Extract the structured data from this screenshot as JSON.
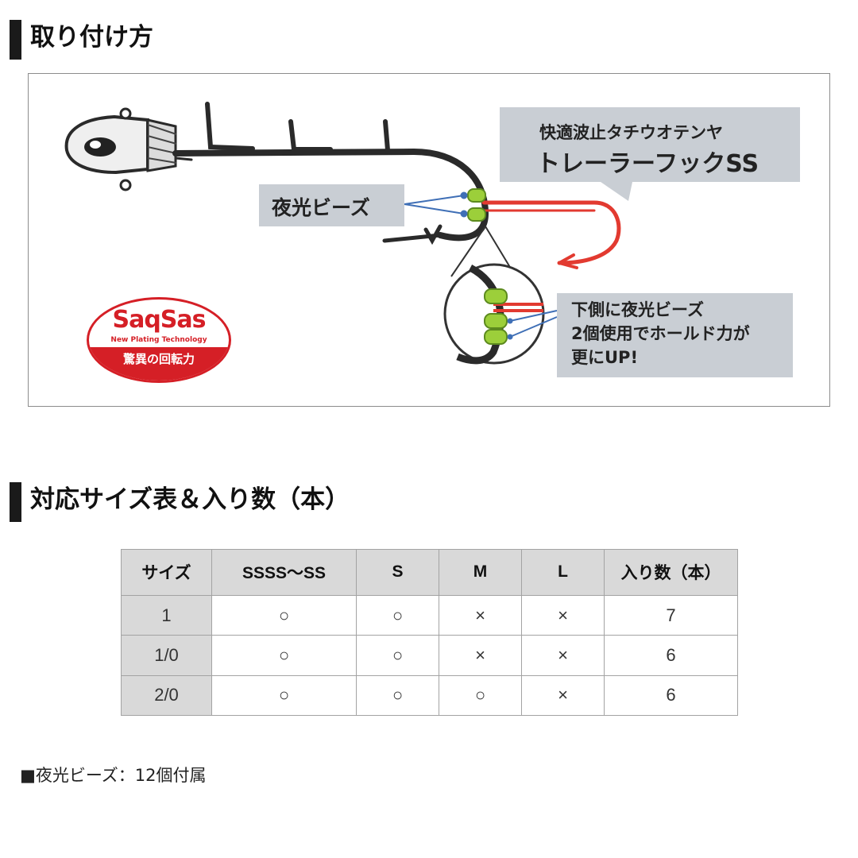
{
  "heading_install": "取り付け方",
  "heading_table": "対応サイズ表＆入り数（本）",
  "diagram": {
    "callout_product_sub": "快適波止タチウオテンヤ",
    "callout_product_main": "トレーラーフックSS",
    "callout_beads": "夜光ビーズ",
    "callout_double_lines": [
      "下側に夜光ビーズ",
      "2個使用でホールド力が",
      "更にUP!"
    ],
    "logo": {
      "brand": "SaqSas",
      "tagline": "New Plating Technology",
      "band": "驚異の回転力"
    },
    "colors": {
      "label_bg": "#c9ced4",
      "hook_red": "#e23a30",
      "bead_green": "#9ccf3a",
      "line_blue": "#3f6fb6",
      "logo_red": "#d51f26"
    }
  },
  "size_table": {
    "headers": [
      "サイズ",
      "SSSS〜SS",
      "S",
      "M",
      "L",
      "入り数（本）"
    ],
    "rows": [
      [
        "1",
        "○",
        "○",
        "×",
        "×",
        "7"
      ],
      [
        "1/0",
        "○",
        "○",
        "×",
        "×",
        "6"
      ],
      [
        "2/0",
        "○",
        "○",
        "○",
        "×",
        "6"
      ]
    ]
  },
  "footnote": "■夜光ビーズ：12個付属"
}
